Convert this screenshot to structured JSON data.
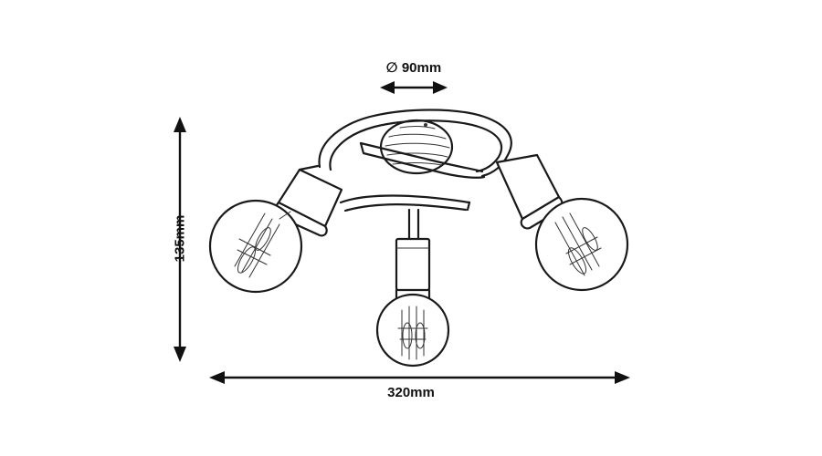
{
  "dimensions": {
    "diameter": {
      "symbol": "∅",
      "value": "90mm"
    },
    "width": "320mm",
    "height": "135mm"
  }
}
